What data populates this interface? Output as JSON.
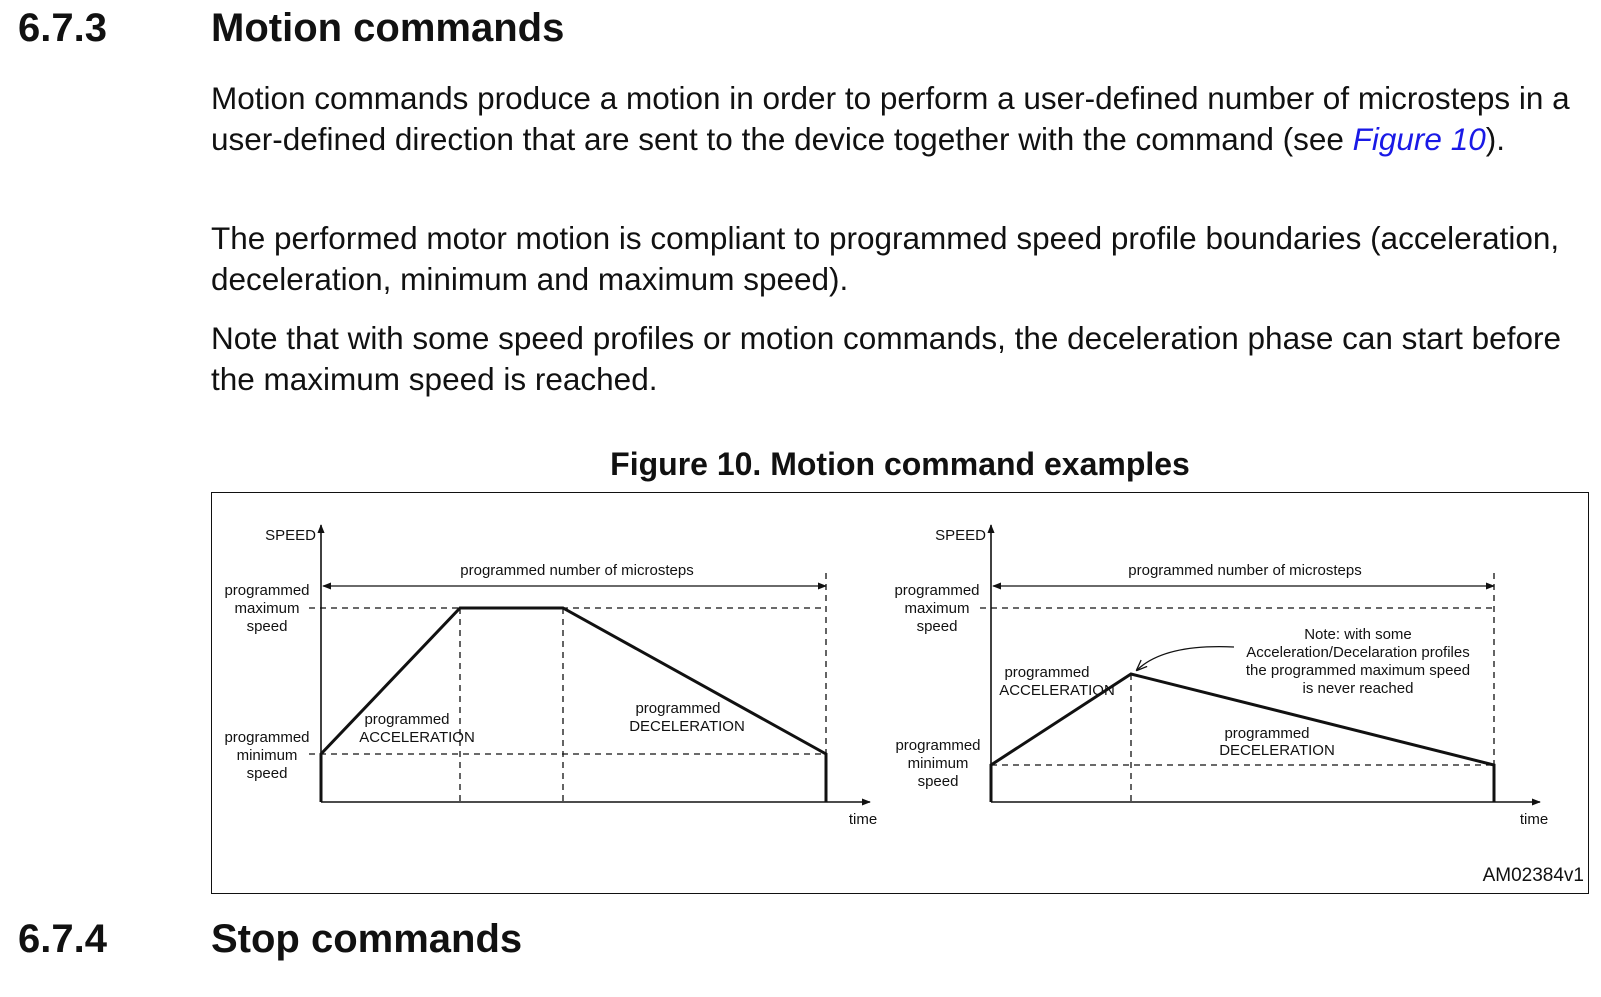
{
  "sections": {
    "s1": {
      "number": "6.7.3",
      "title": "Motion commands"
    },
    "s2": {
      "number": "6.7.4",
      "title": "Stop commands"
    }
  },
  "paragraphs": {
    "p1_pre": "Motion commands produce a motion in order to perform a user-defined number of microsteps in a user-defined direction that are sent to the device together with the command (see ",
    "p1_link": "Figure 10",
    "p1_post": ").",
    "p2": "The performed motor motion is compliant to programmed speed profile boundaries (acceleration, deceleration, minimum and maximum speed).",
    "p3": "Note that with some speed profiles or motion commands, the deceleration phase can start before the maximum speed is reached."
  },
  "figure": {
    "title": "Figure 10. Motion command examples",
    "code": "AM02384v1",
    "left": {
      "y_axis": "SPEED",
      "x_axis": "time",
      "span_label": "programmed number of microsteps",
      "max_speed": [
        "programmed",
        "maximum",
        "speed"
      ],
      "min_speed": [
        "programmed",
        "minimum",
        "speed"
      ],
      "accel": [
        "programmed",
        "ACCELERATION"
      ],
      "decel": [
        "programmed",
        "DECELERATION"
      ]
    },
    "right": {
      "y_axis": "SPEED",
      "x_axis": "time",
      "span_label": "programmed number of microsteps",
      "max_speed": [
        "programmed",
        "maximum",
        "speed"
      ],
      "min_speed": [
        "programmed",
        "minimum",
        "speed"
      ],
      "accel": [
        "programmed",
        "ACCELERATION"
      ],
      "decel": [
        "programmed",
        "DECELERATION"
      ],
      "note": [
        "Note: with some",
        "Acceleration/Decelaration profiles",
        "the programmed maximum speed",
        "is never reached"
      ]
    }
  }
}
